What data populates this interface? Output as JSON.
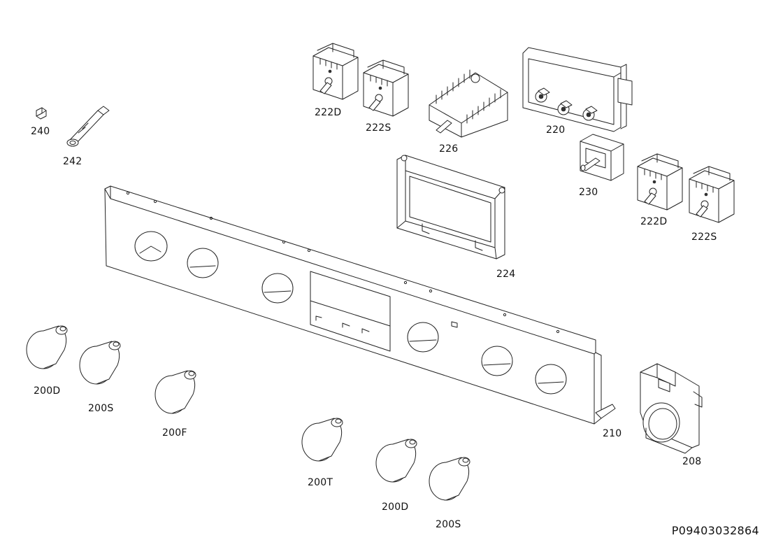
{
  "labels": {
    "p240": "240",
    "p242": "242",
    "p222D_top": "222D",
    "p222S_top": "222S",
    "p226": "226",
    "p220": "220",
    "p230": "230",
    "p222D_right": "222D",
    "p222S_right": "222S",
    "p224": "224",
    "p210": "210",
    "p208": "208",
    "p200D_left": "200D",
    "p200S_left": "200S",
    "p200F": "200F",
    "p200T": "200T",
    "p200D_bottom": "200D",
    "p200S_bottom": "200S"
  },
  "document_id": "P09403032864"
}
